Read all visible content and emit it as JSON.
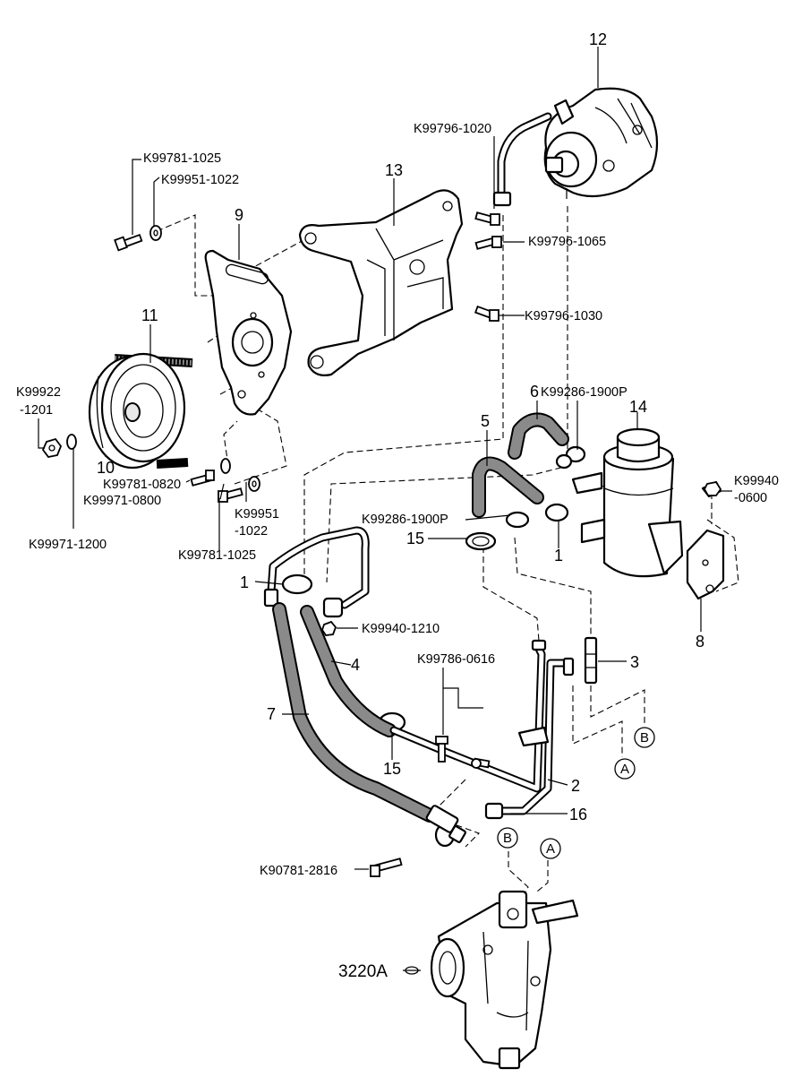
{
  "diagram": {
    "labels": {
      "k99781_1025_top": "K99781-1025",
      "k99951_1022_top": "K99951-1022",
      "k99796_1020": "K99796-1020",
      "k99796_1065": "K99796-1065",
      "k99796_1030": "K99796-1030",
      "k99922_a": "K99922",
      "k99922_b": "-1201",
      "k99781_0820": "K99781-0820",
      "k99971_0800": "K99971-0800",
      "k99971_1200": "K99971-1200",
      "k99951_1022_b1": "K99951",
      "k99951_1022_b2": "-1022",
      "k99781_1025_bottom": "K99781-1025",
      "k99286_1900p_a": "K99286-1900P",
      "k99286_1900p_b": "K99286-1900P",
      "k99940_0600_a": "K99940",
      "k99940_0600_b": "-0600",
      "k99940_1210": "K99940-1210",
      "k99786_0616": "K99786-0616",
      "k90781_2816": "K90781-2816",
      "assembly_3220a": "3220A"
    },
    "part_numbers": {
      "p1a": "1",
      "p1b": "1",
      "p2": "2",
      "p3": "3",
      "p4": "4",
      "p5": "5",
      "p6": "6",
      "p7": "7",
      "p8": "8",
      "p9": "9",
      "p10": "10",
      "p11": "11",
      "p12": "12",
      "p13": "13",
      "p14": "14",
      "p15a": "15",
      "p15b": "15",
      "p16": "16"
    },
    "connectors": {
      "a1": "A",
      "a2": "A",
      "b1": "B",
      "b2": "B"
    }
  }
}
